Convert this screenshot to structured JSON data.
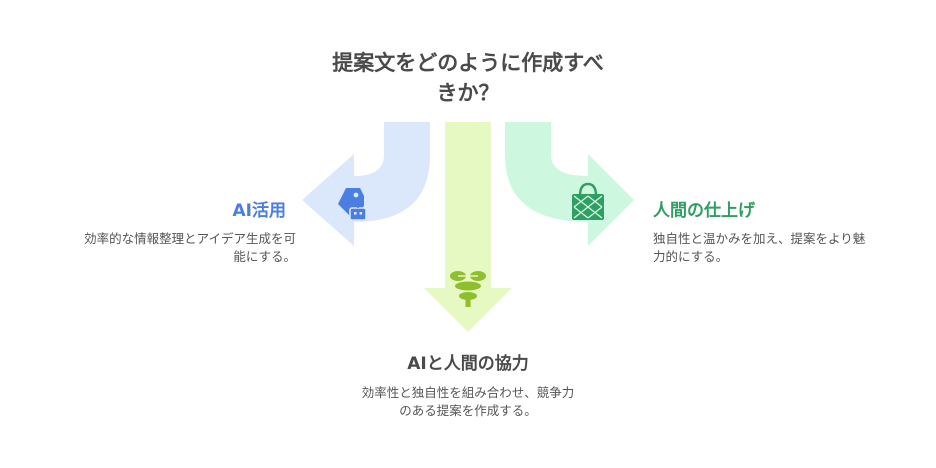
{
  "title": {
    "line1": "提案文をどのように作成すべ",
    "line2": "きか？"
  },
  "branches": [
    {
      "heading": "AI活用",
      "description_line1": "効率的な情報整理とアイデア生成を可",
      "description_line2": "能にする。",
      "icon": "robot-tag-icon",
      "color": "#4a7ee0",
      "arrow_color": "#dbe7fb"
    },
    {
      "heading": "AIと人間の協力",
      "description_line1": "効率性と独自性を組み合わせ、競争力",
      "description_line2": "のある提案を作成する。",
      "icon": "handshake-icon",
      "color": "#8fbf2e",
      "arrow_color": "#e7f9c3"
    },
    {
      "heading": "人間の仕上げ",
      "description_line1": "独自性と温かみを加え、提案をより魅",
      "description_line2": "力的にする。",
      "icon": "basket-icon",
      "color": "#2f9e63",
      "arrow_color": "#cdf7df"
    }
  ]
}
